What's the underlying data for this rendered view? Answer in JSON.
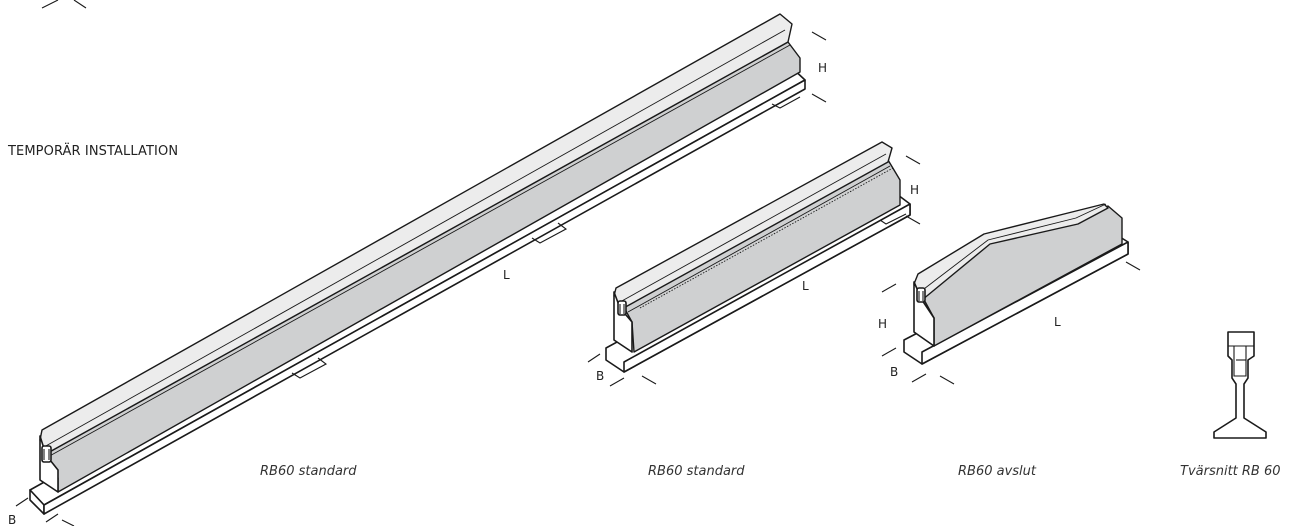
{
  "heading": "TEMPORÄR INSTALLATION",
  "products": [
    {
      "caption": "RB60 standard",
      "dims": {
        "h": "H",
        "l": "L",
        "b": "B"
      }
    },
    {
      "caption": "RB60 standard",
      "dims": {
        "h": "H",
        "l": "L",
        "b": "B"
      }
    },
    {
      "caption": "RB60 avslut",
      "dims": {
        "h": "H",
        "l": "L",
        "b": "B"
      }
    },
    {
      "caption": "Tvärsnitt RB 60"
    }
  ]
}
